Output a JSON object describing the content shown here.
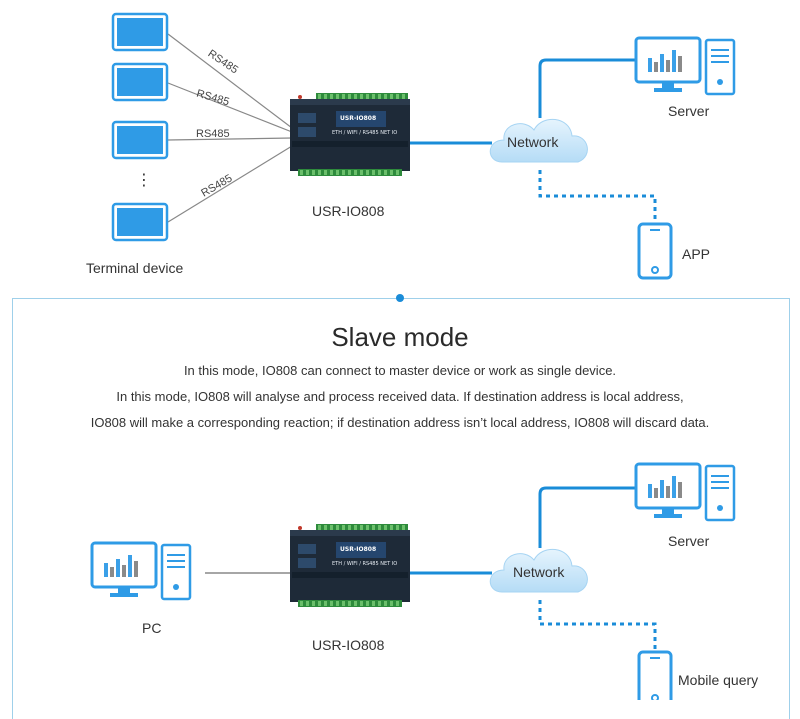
{
  "colors": {
    "accent": "#1a8cd8",
    "panel_border": "#9fd0ea",
    "device_body": "#1e2a38",
    "terminal_fill": "#2f9be6",
    "cloud": "#cfe8fa"
  },
  "top_diagram": {
    "terminal_label": "Terminal device",
    "rs485_labels": [
      "RS485",
      "RS485",
      "RS485",
      "RS485"
    ],
    "ellipsis": "⋮",
    "device_label": "USR-IO808",
    "network_label": "Network",
    "server_label": "Server",
    "app_label": "APP"
  },
  "device": {
    "brand": "USR-IO808",
    "subtitle": "ETH / WIFI / RS485 NET IO"
  },
  "slave_mode": {
    "title": "Slave mode",
    "line1": "In this mode, IO808 can connect to master device or work as single device.",
    "line2": "In this mode, IO808 will analyse and process received data. If destination address is local address,",
    "line3": "IO808 will make a corresponding reaction; if destination address isn’t local address, IO808 will discard data."
  },
  "bottom_diagram": {
    "pc_label": "PC",
    "device_label": "USR-IO808",
    "network_label": "Network",
    "server_label": "Server",
    "mobile_label": "Mobile query"
  },
  "icons": [
    "tablet-icon",
    "io-device-icon",
    "cloud-icon",
    "server-monitor-icon",
    "smartphone-icon",
    "pc-monitor-icon"
  ]
}
